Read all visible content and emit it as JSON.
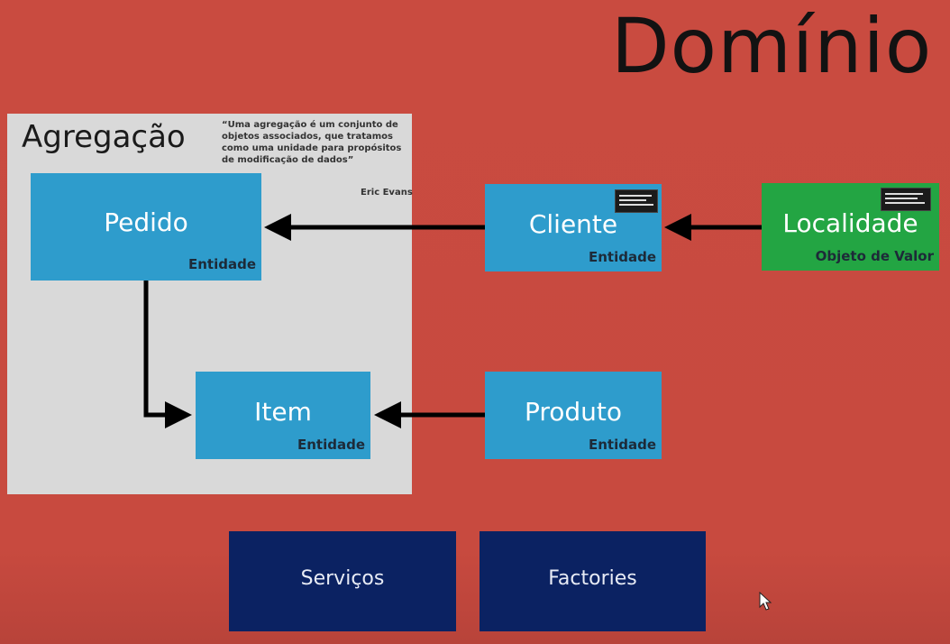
{
  "title": "Domínio",
  "aggregation": {
    "title": "Agregação",
    "quote": "“Uma agregação é um conjunto de objetos associados, que tratamos como uma unidade para propósitos de modificação de dados”",
    "author": "Eric Evans"
  },
  "nodes": {
    "pedido": {
      "name": "Pedido",
      "kind": "Entidade"
    },
    "item": {
      "name": "Item",
      "kind": "Entidade"
    },
    "cliente": {
      "name": "Cliente",
      "kind": "Entidade"
    },
    "produto": {
      "name": "Produto",
      "kind": "Entidade"
    },
    "localidade": {
      "name": "Localidade",
      "kind": "Objeto de Valor"
    }
  },
  "bottom": {
    "servicos": "Serviços",
    "factories": "Factories"
  },
  "colors": {
    "background": "#c94b40",
    "entity": "#2e9ccc",
    "value_object": "#23a543",
    "navy": "#0b2262",
    "panel": "#d9d9d9"
  }
}
